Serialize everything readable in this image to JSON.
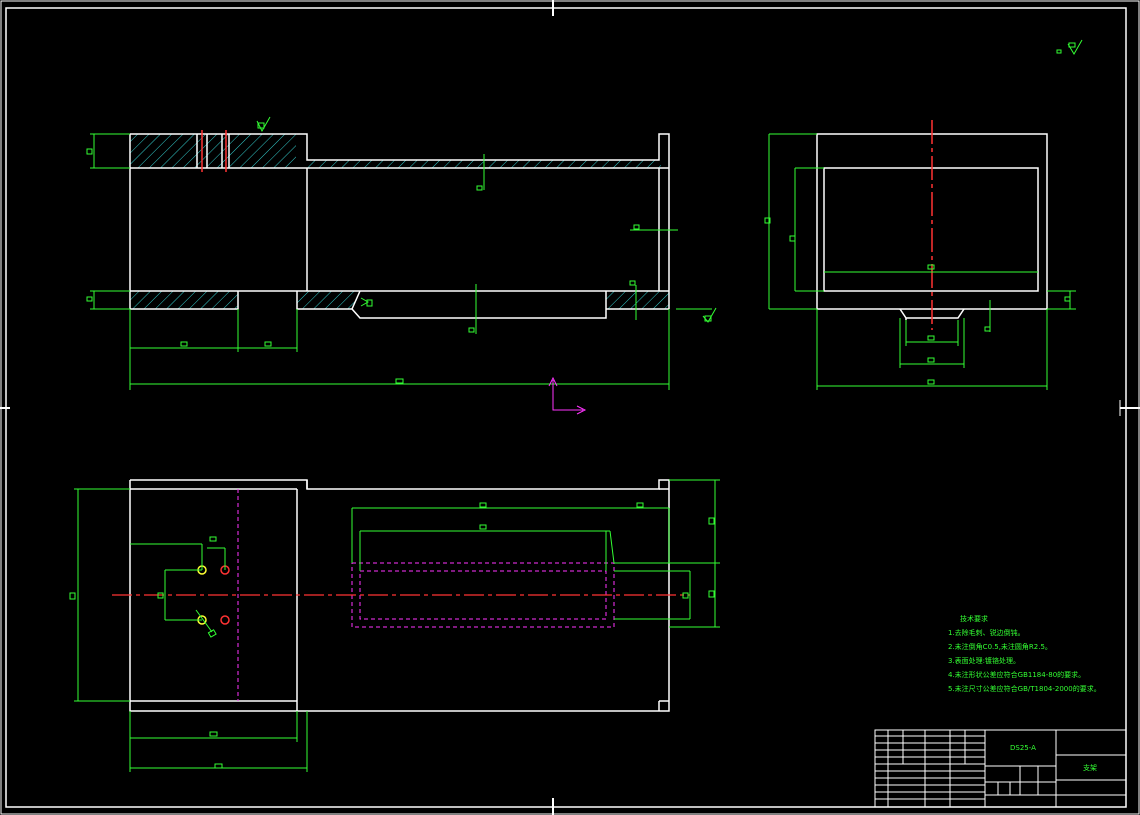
{
  "technical_requirements": {
    "heading": "技术要求",
    "items": [
      "1.去除毛刺、锐边倒钝。",
      "2.未注倒角C0.5,未注圆角R2.5。",
      "3.表面处理:镀铬处理。",
      "4.未注形状公差应符合GB1184-80的要求。",
      "5.未注尺寸公差应符合GB/T1804-2000的要求。"
    ]
  },
  "title_block": {
    "drawing_code": "DS25-A",
    "part_name": "支架"
  },
  "colors": {
    "outline": "#ffffff",
    "dimension": "#33ff33",
    "centerline": "#ff3333",
    "hidden": "#ff33ff",
    "hatch": "#33cccc",
    "background": "#000000"
  }
}
